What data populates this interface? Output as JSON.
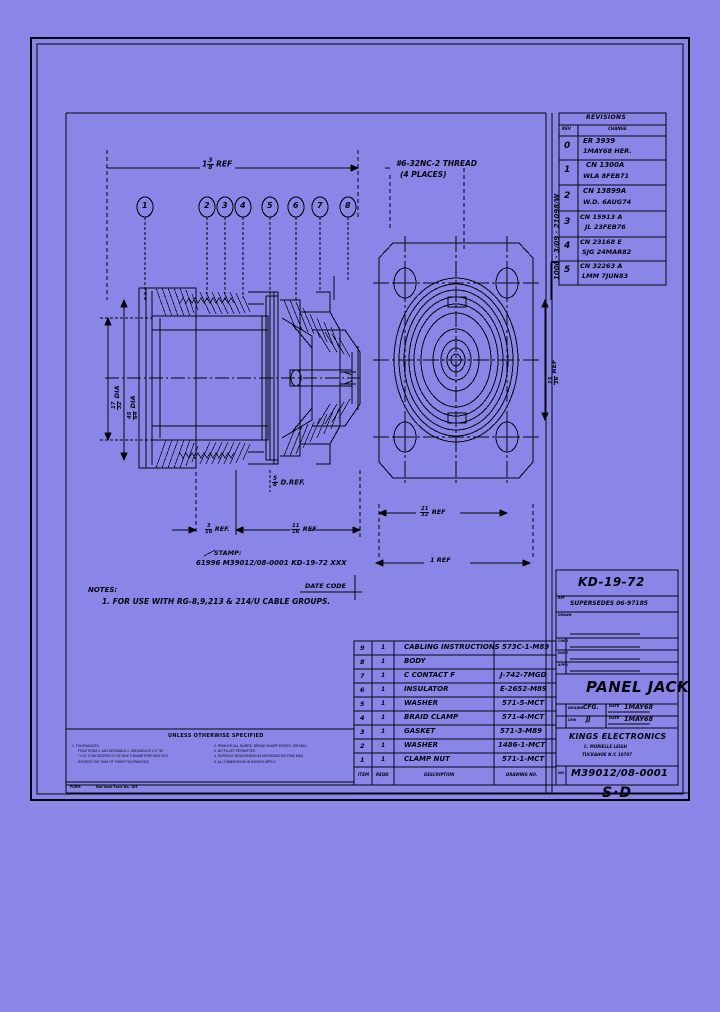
{
  "sheet": {
    "title": "PANEL JACK",
    "drawing_number": "M39012/08-0001",
    "size_code": "S·D",
    "company": "KINGS ELECTRONICS",
    "company_line2": "C. MURIELLE LEIGH",
    "company_line3": "TUCKAHOE N.Y. 10707",
    "old_number": "KD-19-72",
    "supersedes": "SUPERSEDES 06-97185",
    "date_code_label": "DATE CODE",
    "corner_vertical": "1000 · 3/09 · 21098/W"
  },
  "revisions": {
    "header": "REVISIONS",
    "col_rev": "REV",
    "col_change": "CHANGE",
    "rows": [
      {
        "rev": "0",
        "line1": "ER 3939",
        "line2": "1MAY68  HER."
      },
      {
        "rev": "1",
        "line1": "CN 1300A",
        "line2": "WLA    8FEB71"
      },
      {
        "rev": "2",
        "line1": "CN 13899A",
        "line2": "W.D. 6AUG74"
      },
      {
        "rev": "3",
        "line1": "CN  15913 A",
        "line2": "JL   23FEB76"
      },
      {
        "rev": "4",
        "line1": "CN 23168 E",
        "line2": "SJG 24MAR82"
      },
      {
        "rev": "5",
        "line1": "CN  32263 A",
        "line2": "LMM    7JUN83"
      }
    ]
  },
  "parts_list": {
    "columns": [
      "ITEM",
      "REQD",
      "DESCRIPTION",
      "DRAWING NO."
    ],
    "rows": [
      {
        "item": "9",
        "reqd": "1",
        "description": "CABLING INSTRUCTIONS",
        "drawing": "573C-1-M89"
      },
      {
        "item": "8",
        "reqd": "1",
        "description": "BODY",
        "drawing": ""
      },
      {
        "item": "7",
        "reqd": "1",
        "description": "C CONTACT F",
        "drawing": "J-742-7MGD"
      },
      {
        "item": "6",
        "reqd": "1",
        "description": "INSULATOR",
        "drawing": "E-2652-M89"
      },
      {
        "item": "5",
        "reqd": "1",
        "description": "WASHER",
        "drawing": "571-5-MCT"
      },
      {
        "item": "4",
        "reqd": "1",
        "description": "BRAID CLAMP",
        "drawing": "571-4-MCT"
      },
      {
        "item": "3",
        "reqd": "1",
        "description": "GASKET",
        "drawing": "571-3-M89"
      },
      {
        "item": "2",
        "reqd": "1",
        "description": "WASHER",
        "drawing": "1486-1-MCT"
      },
      {
        "item": "1",
        "reqd": "1",
        "description": "CLAMP NUT",
        "drawing": "571-1-MCT"
      }
    ]
  },
  "title_block_fields": {
    "drawn_label": "DRAWN",
    "checked_label": "CHKD",
    "engr_label": "ENGR",
    "appd_label": "APPD",
    "next_label": "NEXT",
    "used_label": "USED ON",
    "dwn_by": "CFG.",
    "dwn_date": "1MAY68",
    "chk_by": "JJ",
    "chk_date": "1MAY68",
    "dwg_no_label": "NO."
  },
  "notes": {
    "heading": "NOTES:",
    "items": [
      "1. FOR USE WITH RG-8,9,213 & 214/U CABLE GROUPS."
    ],
    "stamp_label": "STAMP:",
    "stamp_text": "61996  M39012/08-0001  KD-19-72  XXX"
  },
  "tolerance_block": {
    "heading": "UNLESS OTHERWISE SPECIFIED",
    "left": [
      "1. TOLERANCES:",
      "FRACTIONS ± 1/64  DECIMALS ± .005  ANGLES ± 0° 30'",
      "* U.S. CONCENTRICITY OF ANY 2 DIAMETERS MAY NOT",
      "EXCEED THE SUM OF THEIR TOLERANCES."
    ],
    "right": [
      "2. REMOVE ALL BURRS, BREAK SHARP EDGES .005 MAX.",
      "3. NO FILLET PERMITTED",
      "4. SURFACE ROUGHNESS 63 MICROINCHES RMS MAX.",
      "5. ALL DIMENSIONS IN INCHES APPLY"
    ],
    "footer_left": "FORM",
    "footer_mid": "Not Used  Form No.   163"
  },
  "callouts": {
    "thread": {
      "line1": "#6-32NC-2 THREAD",
      "line2": "(4 PLACES)"
    },
    "balloons": [
      "1",
      "2",
      "3",
      "4",
      "5",
      "6",
      "7",
      "8"
    ],
    "dim_top": {
      "whole": "1",
      "num": "3",
      "den": "8",
      "ref": "REF"
    },
    "dim_left1": {
      "num": "17",
      "den": "32",
      "ref": "DIA"
    },
    "dim_left2": {
      "num": "45",
      "den": "64",
      "ref": "DIA"
    },
    "dim_bottom_5": {
      "num": "5",
      "den": "8",
      "ref": "D.REF."
    },
    "dim_bottom_3": {
      "num": "3",
      "den": "16",
      "ref": "REF."
    },
    "dim_bottom_11": {
      "num": "11",
      "den": "16",
      "ref": "REF"
    },
    "dim_flange": {
      "num": "21",
      "den": "32",
      "ref": "REF"
    },
    "dim_flange_1": {
      "whole": "1",
      "ref": "REF"
    },
    "dim_right_vert": {
      "num": "15",
      "den": "16",
      "ref": "REF"
    }
  },
  "colors": {
    "background": "#8a86e8",
    "ink": "#06040a"
  }
}
